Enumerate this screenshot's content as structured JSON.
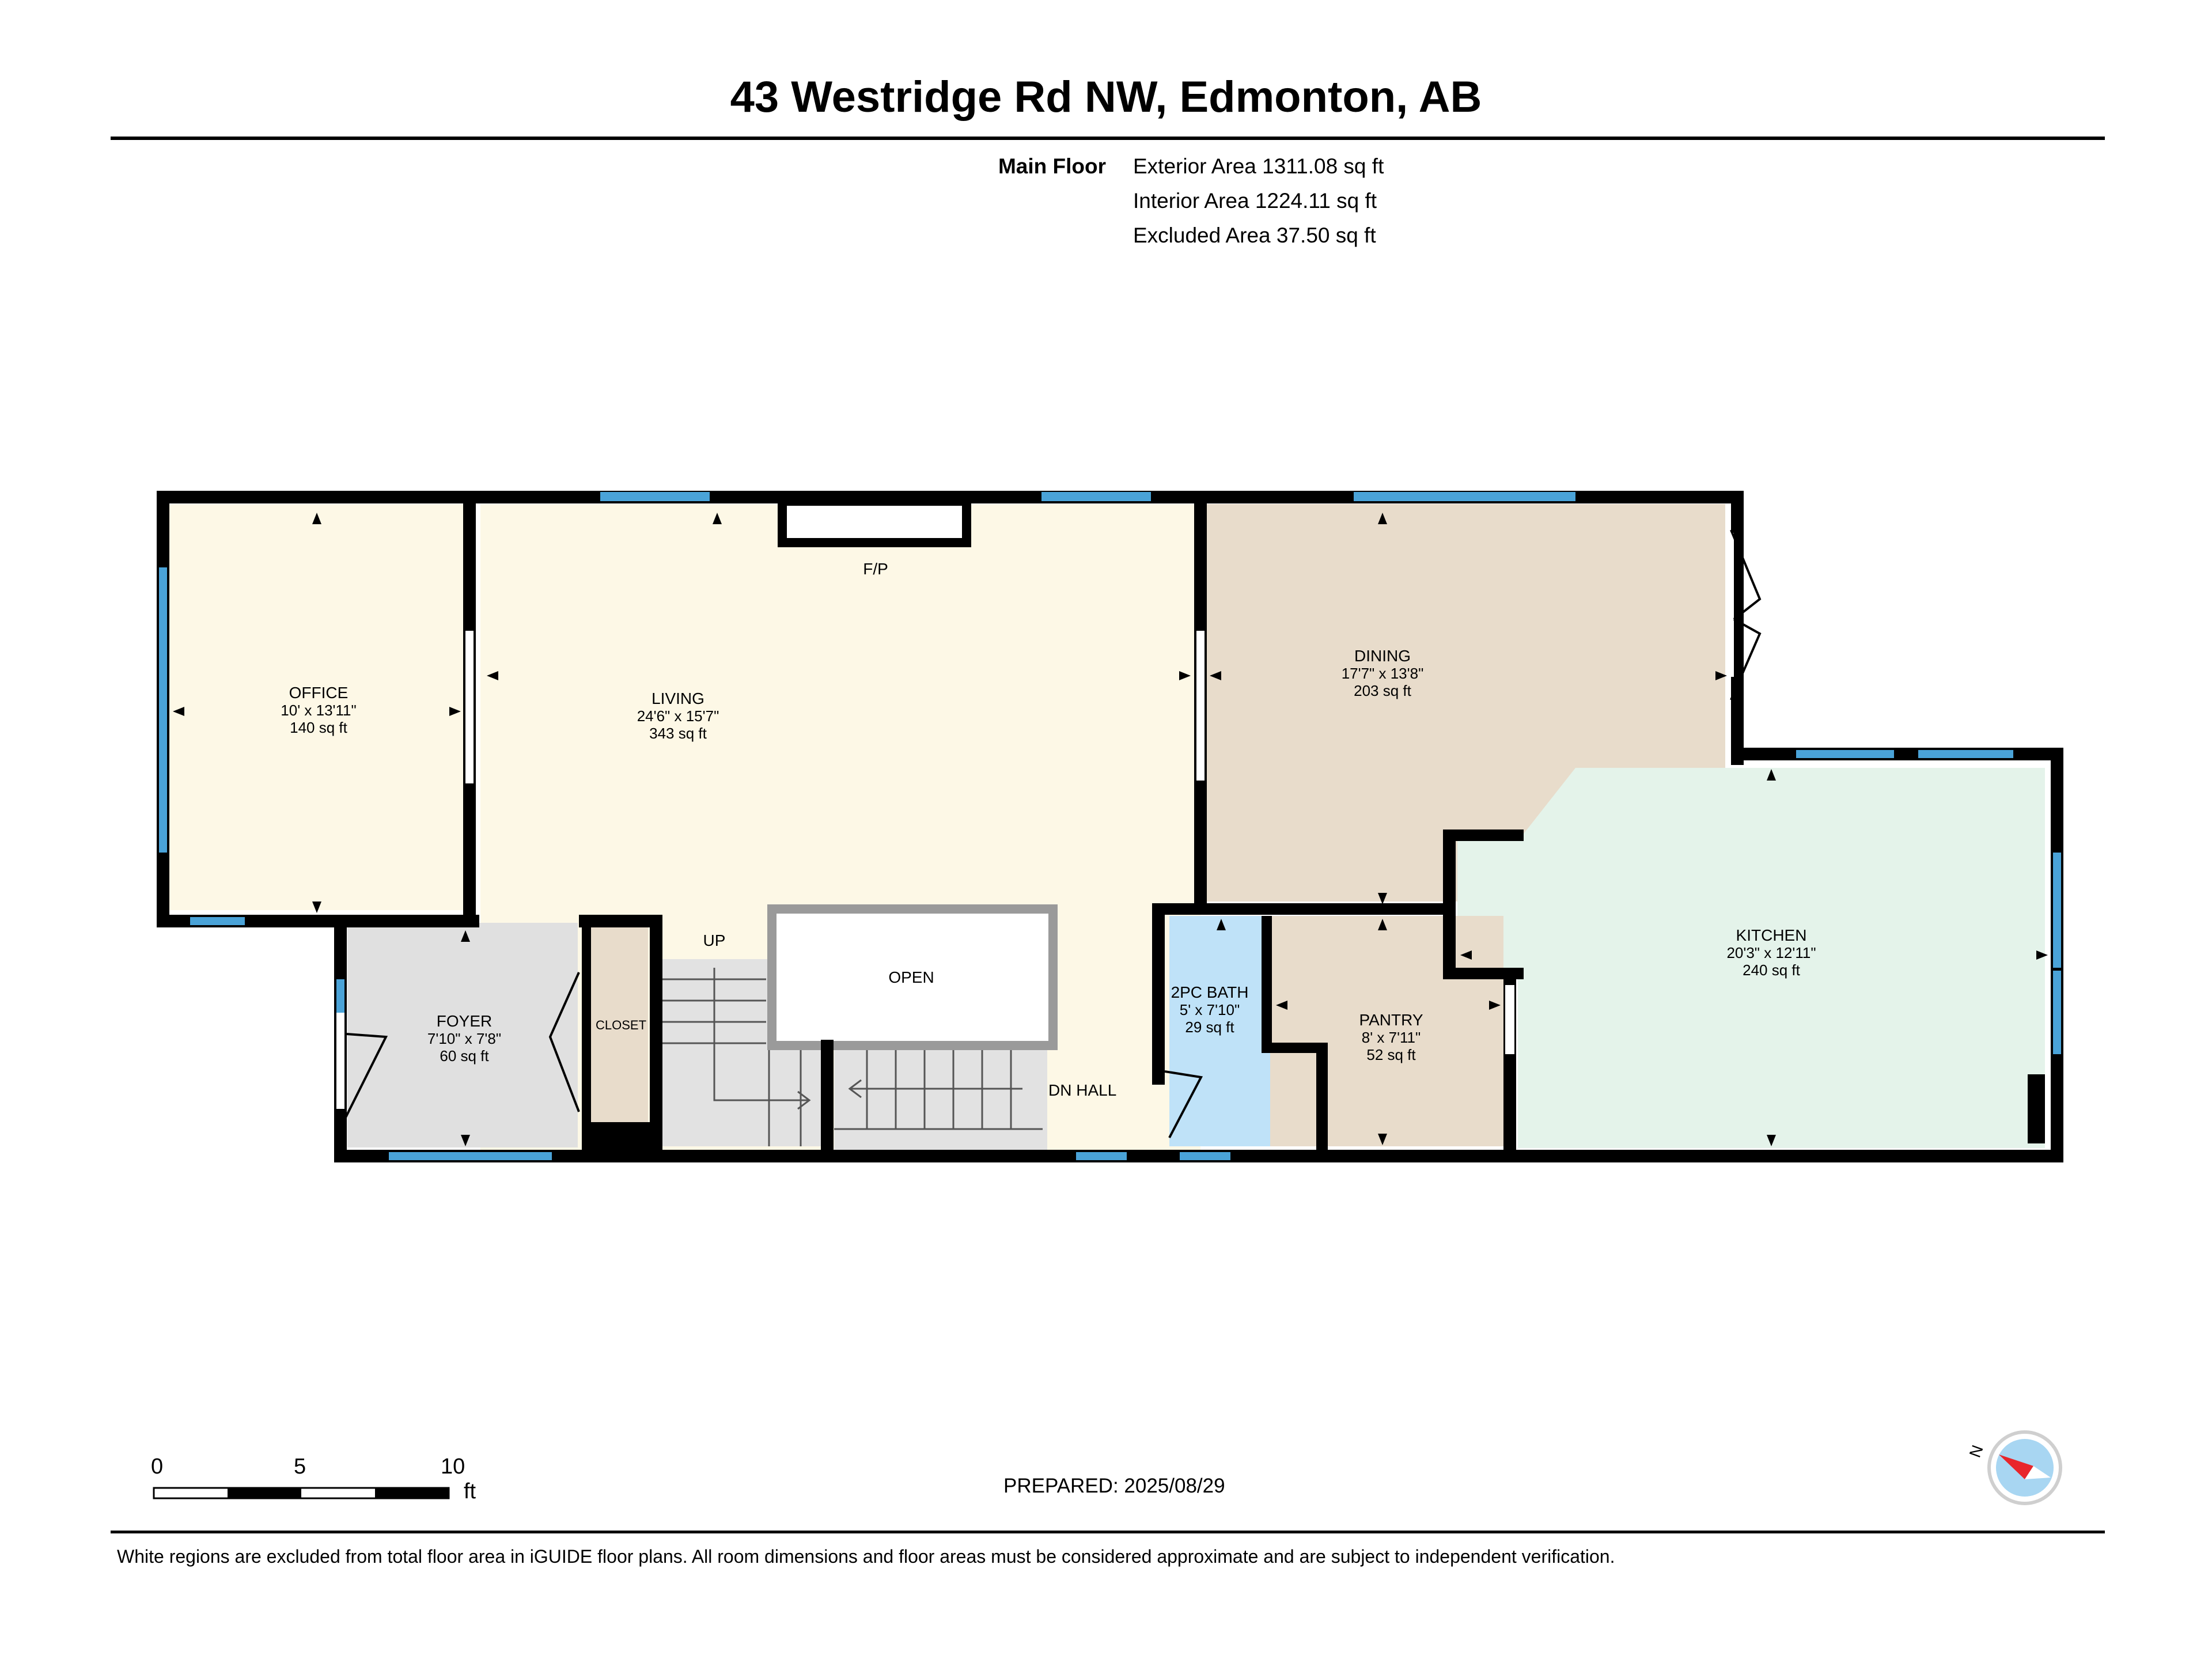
{
  "title": "43 Westridge Rd NW, Edmonton, AB",
  "floor": {
    "name": "Main Floor",
    "exterior_area": "Exterior Area 1311.08 sq ft",
    "interior_area": "Interior Area 1224.11 sq ft",
    "excluded_area": "Excluded Area 37.50 sq ft"
  },
  "rooms": {
    "office": {
      "name": "OFFICE",
      "dims": "10' x 13'11\"",
      "area": "140 sq ft"
    },
    "living": {
      "name": "LIVING",
      "dims": "24'6\" x 15'7\"",
      "area": "343 sq ft"
    },
    "dining": {
      "name": "DINING",
      "dims": "17'7\" x 13'8\"",
      "area": "203 sq ft"
    },
    "kitchen": {
      "name": "KITCHEN",
      "dims": "20'3\" x 12'11\"",
      "area": "240 sq ft"
    },
    "foyer": {
      "name": "FOYER",
      "dims": "7'10\" x 7'8\"",
      "area": "60 sq ft"
    },
    "bath": {
      "name": "2PC BATH",
      "dims": "5' x 7'10\"",
      "area": "29 sq ft"
    },
    "pantry": {
      "name": "PANTRY",
      "dims": "8' x 7'11\"",
      "area": "52 sq ft"
    }
  },
  "labels": {
    "fp": "F/P",
    "open": "OPEN",
    "closet": "CLOSET",
    "up": "UP",
    "dn_hall": "DN HALL"
  },
  "scale": {
    "t0": "0",
    "t5": "5",
    "t10": "10",
    "unit": "ft"
  },
  "compass": {
    "north": "N"
  },
  "prepared": "PREPARED: 2025/08/29",
  "disclaimer": "White regions are excluded from total floor area in iGUIDE floor plans. All room dimensions and floor areas must be considered approximate and are subject to independent verification.",
  "colors": {
    "wall": "#000000",
    "window": "#4aa3d8",
    "office": "#fdf8e6",
    "living": "#fdf8e6",
    "dining": "#e8dccb",
    "kitchen": "#e4f3ea",
    "foyer": "#e0e0e0",
    "bath": "#bfe2f8",
    "pantry": "#e8dccb",
    "closet": "#e8dccb",
    "stairs": "#e2e2e2",
    "compass_red": "#e8262b",
    "compass_blue": "#a8d6f2"
  }
}
